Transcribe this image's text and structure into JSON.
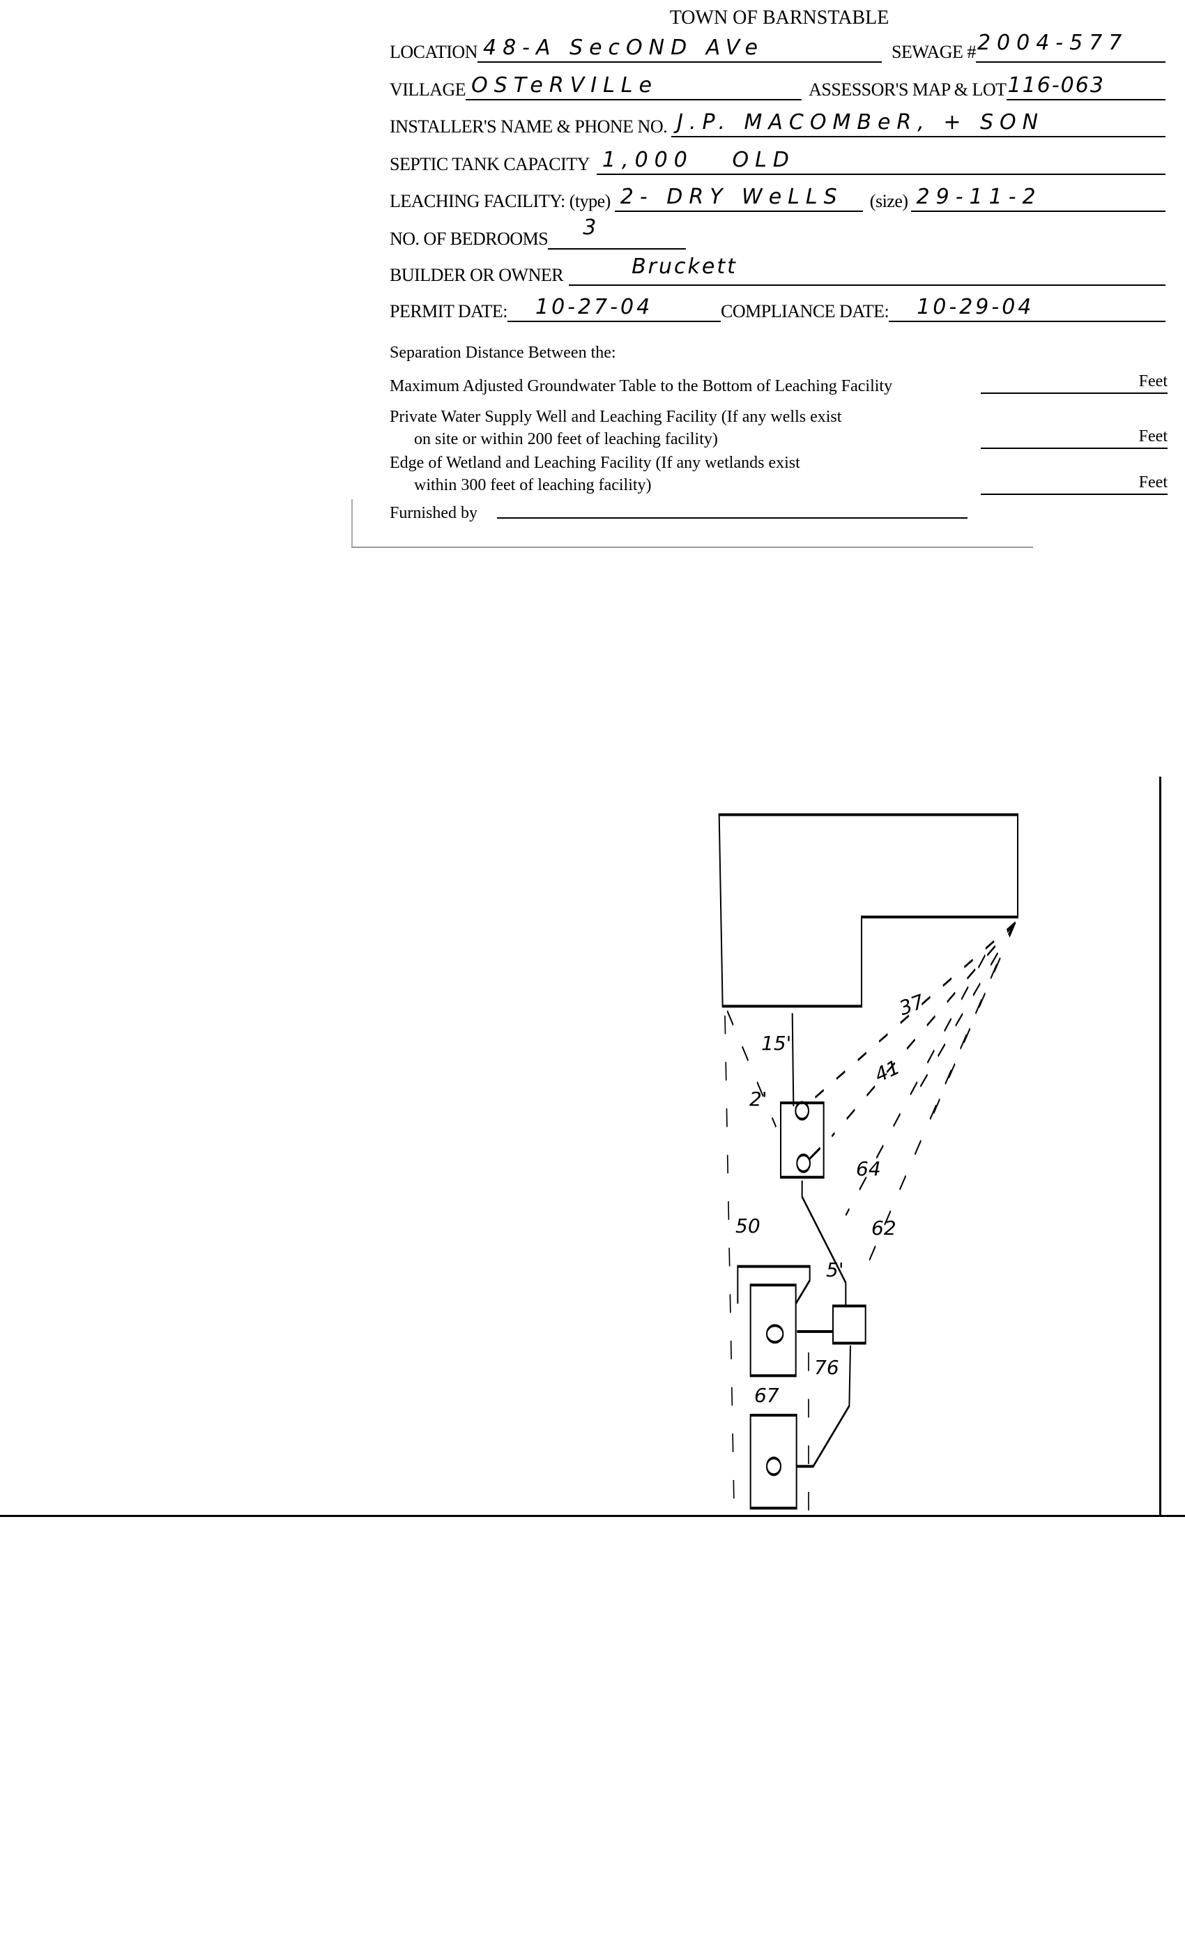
{
  "form": {
    "title": "TOWN OF BARNSTABLE",
    "location_label": "LOCATION",
    "location_value": "48-A SecOND AVe",
    "sewage_label": "SEWAGE #",
    "sewage_value": "2004-577",
    "village_label": "VILLAGE",
    "village_value": "OSTeRVILLe",
    "map_lot_label": "ASSESSOR'S MAP & LOT",
    "map_lot_value": "116-063",
    "installer_label": "INSTALLER'S NAME & PHONE NO.",
    "installer_value": "J.P. MACOMBeR, + SON",
    "tank_label": "SEPTIC TANK CAPACITY",
    "tank_value": "1,000   OLD",
    "leaching_label": "LEACHING FACILITY: (type)",
    "leaching_type_value": "2- DRY WeLLS",
    "size_label": "(size)",
    "size_value": "29-11-2",
    "bedrooms_label": "NO. OF BEDROOMS",
    "bedrooms_value": "3",
    "owner_label": "BUILDER OR OWNER",
    "owner_value": "Bruckett",
    "permit_label": "PERMIT DATE:",
    "permit_value": "10-27-04",
    "compliance_label": "COMPLIANCE DATE:",
    "compliance_value": "10-29-04"
  },
  "separation": {
    "heading": "Separation Distance Between the:",
    "row1": "Maximum Adjusted Groundwater Table to the Bottom of Leaching Facility",
    "row2a": "Private Water Supply Well and Leaching Facility  (If any wells exist",
    "row2b": "on site or within 200 feet of leaching facility)",
    "row3a": "Edge of Wetland and Leaching Facility (If any wetlands exist",
    "row3b": "within 300 feet of leaching facility)",
    "feet": "Feet",
    "furnished_label": "Furnished by"
  },
  "sketch": {
    "labels": [
      "15'",
      "2'",
      "37",
      "41",
      "64",
      "62",
      "50",
      "5'",
      "76",
      "67"
    ]
  }
}
